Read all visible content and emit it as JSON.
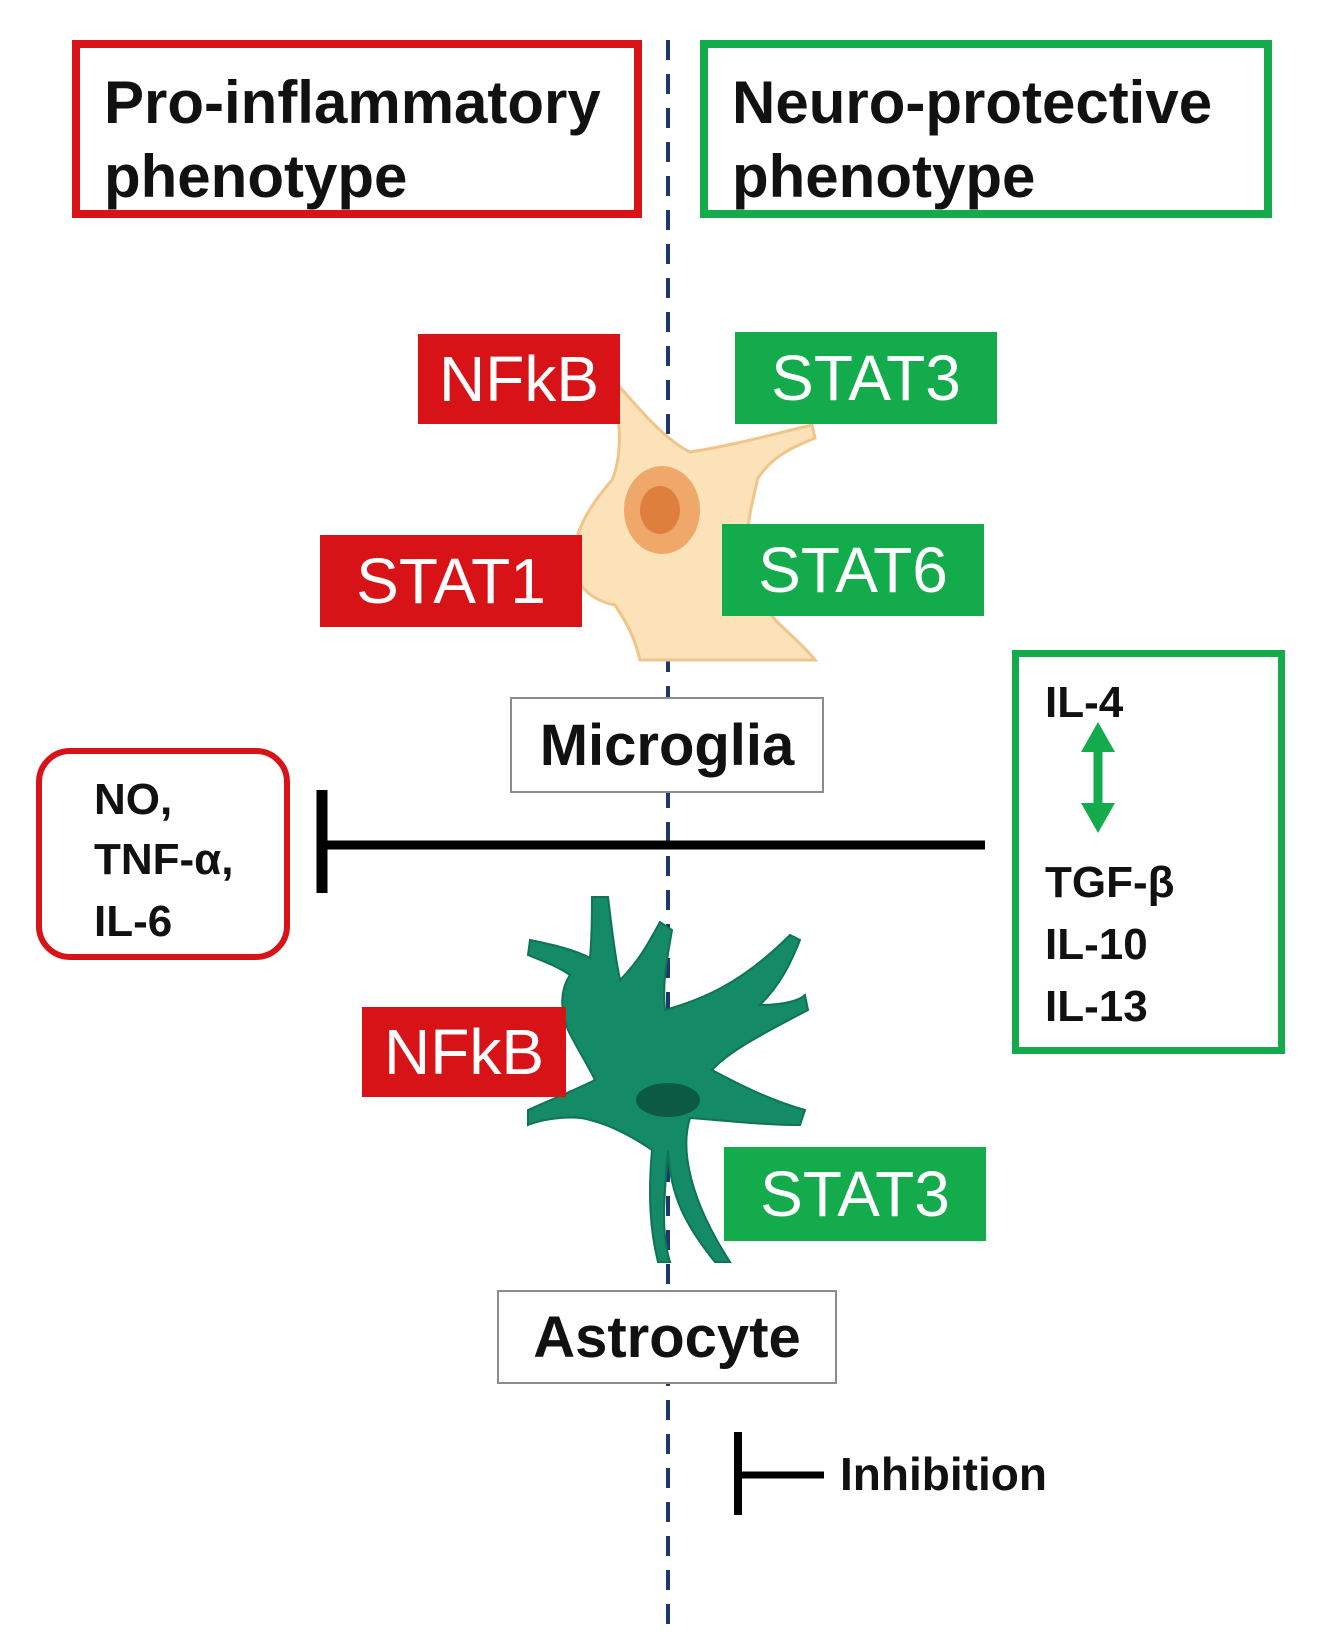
{
  "headers": {
    "pro": "Pro-inflammatory phenotype",
    "neuro": "Neuro-protective phenotype"
  },
  "microglia": {
    "label": "Microglia",
    "factors": {
      "nfkb": "NFkB",
      "stat1": "STAT1",
      "stat3": "STAT3",
      "stat6": "STAT6"
    }
  },
  "astrocyte": {
    "label": "Astrocyte",
    "factors": {
      "nfkb": "NFkB",
      "stat3": "STAT3"
    }
  },
  "pro_cytokines": [
    "NO,",
    "TNF-α,",
    "IL-6"
  ],
  "neuro_cytokines": {
    "top": "IL-4",
    "list": [
      "TGF-β",
      "IL-10",
      "IL-13"
    ]
  },
  "legend": {
    "inhibition": "Inhibition"
  },
  "colors": {
    "pro_red": "#d71317",
    "neuro_green": "#13ab4c",
    "microglia_body": "#fbe2b8",
    "microglia_nucleus": "#e8884c",
    "astrocyte_body": "#148a66",
    "divider": "#1a3a6b"
  }
}
